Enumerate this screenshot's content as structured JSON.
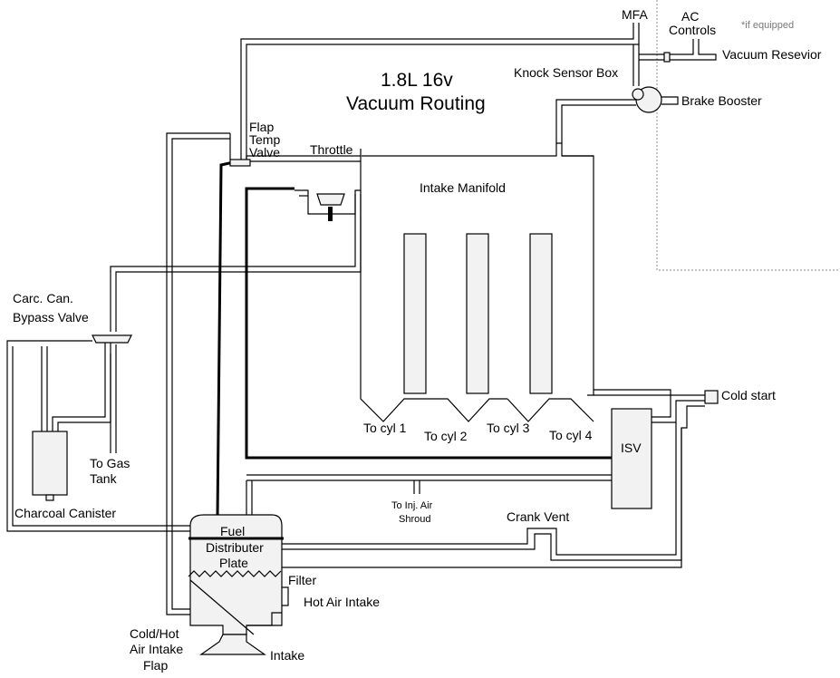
{
  "title": {
    "line1": "1.8L 16v",
    "line2": "Vacuum Routing"
  },
  "labels": {
    "mfa": "MFA",
    "ac_controls_1": "AC",
    "ac_controls_2": "Controls",
    "if_equipped": "*if equipped",
    "vacuum_reservoir": "Vacuum Resevior",
    "knock_sensor_box": "Knock Sensor Box",
    "brake_booster": "Brake Booster",
    "flap_temp_valve_1": "Flap",
    "flap_temp_valve_2": "Temp",
    "flap_temp_valve_3": "Valve",
    "throttle": "Throttle",
    "intake_manifold": "Intake Manifold",
    "carc_can_bypass_1": "Carc. Can.",
    "carc_can_bypass_2": "Bypass Valve",
    "to_gas_tank_1": "To Gas",
    "to_gas_tank_2": "Tank",
    "charcoal_canister": "Charcoal Canister",
    "to_cyl_1": "To cyl 1",
    "to_cyl_2": "To cyl 2",
    "to_cyl_3": "To cyl 3",
    "to_cyl_4": "To cyl 4",
    "cold_start": "Cold start",
    "isv": "ISV",
    "to_inj_air_1": "To Inj. Air",
    "to_inj_air_2": "Shroud",
    "crank_vent": "Crank Vent",
    "fuel_dist_1": "Fuel",
    "fuel_dist_2": "Distributer",
    "fuel_dist_3": "Plate",
    "filter": "Filter",
    "hot_air_intake": "Hot Air Intake",
    "cold_hot_flap_1": "Cold/Hot",
    "cold_hot_flap_2": "Air Intake",
    "cold_hot_flap_3": "Flap",
    "intake": "Intake"
  }
}
